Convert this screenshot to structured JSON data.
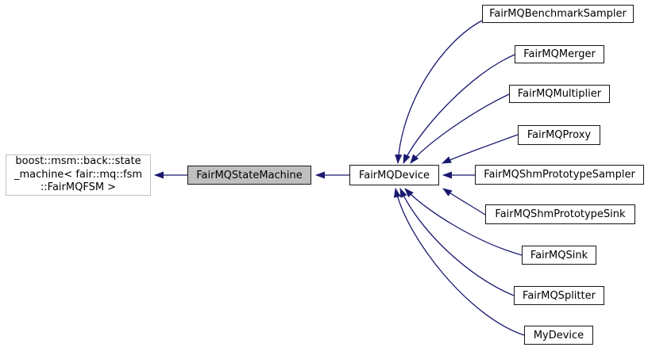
{
  "diagram": {
    "edge_color": "#191970",
    "current_node_fill": "#bfbfbf",
    "external_border_color": "#c0c0c0",
    "nodes": {
      "base": {
        "lines": [
          "boost::msm::back::state",
          "_machine&lt; fair::mq::fsm",
          "::FairMQFSM >"
        ],
        "line1": "boost::msm::back::state",
        "line2": "_machine< fair::mq::fsm",
        "line3": "::FairMQFSM >"
      },
      "current": {
        "label": "FairMQStateMachine"
      },
      "device": {
        "label": "FairMQDevice"
      },
      "derived": [
        {
          "label": "FairMQBenchmarkSampler"
        },
        {
          "label": "FairMQMerger"
        },
        {
          "label": "FairMQMultiplier"
        },
        {
          "label": "FairMQProxy"
        },
        {
          "label": "FairMQShmPrototypeSampler"
        },
        {
          "label": "FairMQShmPrototypeSink"
        },
        {
          "label": "FairMQSink"
        },
        {
          "label": "FairMQSplitter"
        },
        {
          "label": "MyDevice"
        }
      ]
    }
  }
}
